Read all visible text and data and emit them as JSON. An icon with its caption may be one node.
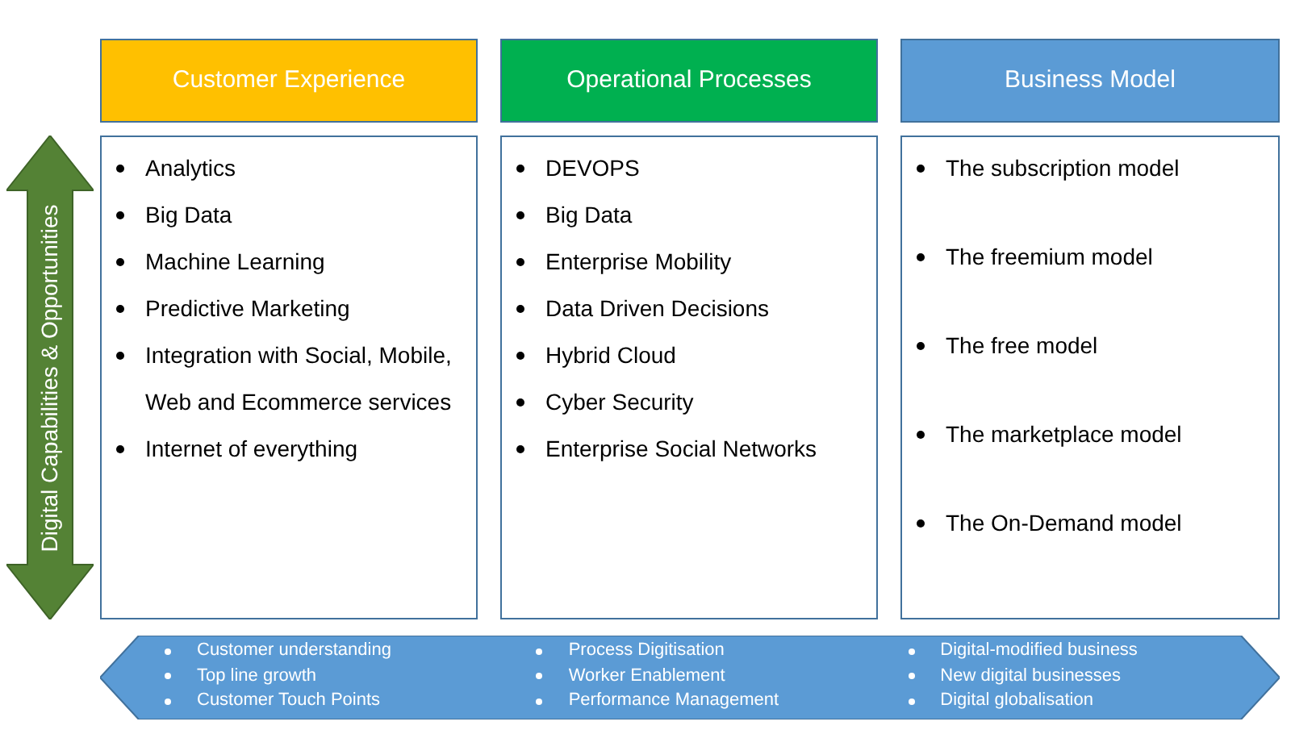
{
  "diagram": {
    "nodes": [
      {
        "text": [
          "Customer Experience"
        ]
      },
      {
        "text": [
          "Analytics",
          "Big Data",
          "Machine Learning",
          "Predictive Marketing",
          "Integration with Social, Mobile, Web and Ecommerce services",
          "Internet of everything"
        ]
      },
      {
        "text": [
          "Operational Processes"
        ]
      },
      {
        "text": [
          "DEVOPS",
          "Big Data",
          "Enterprise Mobility",
          "Data Driven Decisions",
          "Hybrid Cloud",
          "Cyber Security",
          "Enterprise Social Networks"
        ]
      },
      {
        "text": [
          "Business Model"
        ]
      },
      {
        "text": [
          "The subscription model",
          "The freemium model",
          "The free model",
          "The marketplace model",
          "The On-Demand model"
        ]
      },
      {
        "text": [
          "Digital Capabilities & Opportunities"
        ]
      },
      {
        "text": [
          "Customer understanding",
          "Top line growth",
          "Customer Touch Points",
          "Process Digitisation",
          "Worker Enablement",
          "Performance Management",
          "Digital-modified business",
          "New digital businesses",
          "Digital globalisation"
        ]
      }
    ]
  }
}
